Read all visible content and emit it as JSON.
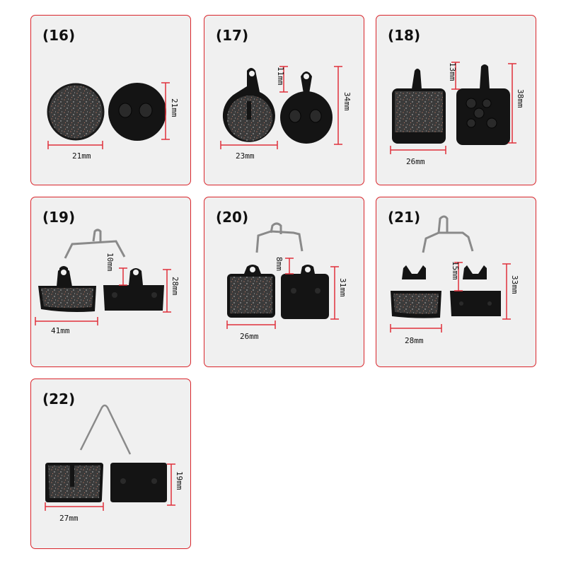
{
  "colors": {
    "card_border": "#d9252b",
    "card_bg": "#f0f0f0",
    "dimension_line": "#e0303a",
    "pad_fill": "#111111",
    "friction_fill": "#3a3a3a",
    "spring": "#8a8a8a"
  },
  "products": [
    {
      "number": "(16)",
      "width_label": "21mm",
      "height_label": "21mm"
    },
    {
      "number": "(17)",
      "width_label": "23mm",
      "height_label": "34mm",
      "tab_label": "11mm"
    },
    {
      "number": "(18)",
      "width_label": "26mm",
      "height_label": "38mm",
      "tab_label": "13mm"
    },
    {
      "number": "(19)",
      "width_label": "41mm",
      "height_label": "28mm",
      "tab_label": "10mm"
    },
    {
      "number": "(20)",
      "width_label": "26mm",
      "height_label": "31mm",
      "tab_label": "8mm"
    },
    {
      "number": "(21)",
      "width_label": "28mm",
      "height_label": "33mm",
      "tab_label": "15mm"
    },
    {
      "number": "(22)",
      "width_label": "27mm",
      "height_label": "19mm"
    }
  ]
}
